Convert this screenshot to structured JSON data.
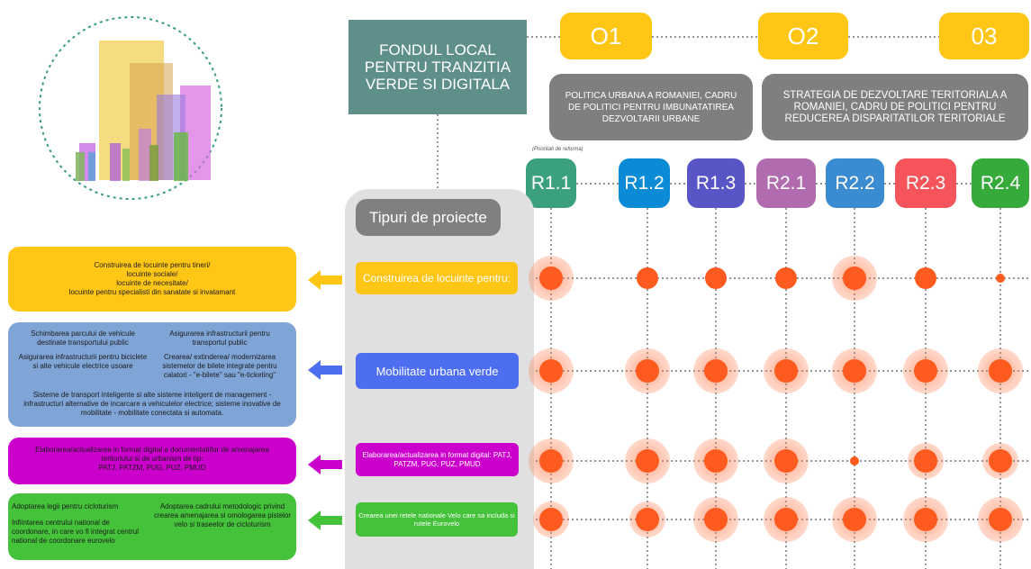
{
  "fund": {
    "title": "FONDUL LOCAL PENTRU TRANZITIA VERDE SI DIGITALA"
  },
  "objectives": [
    "O1",
    "O2",
    "03"
  ],
  "policies": [
    {
      "text": "POLITICA URBANA A ROMANIEI, CADRU DE POLITICI PENTRU IMBUNATATIREA DEZVOLTARII URBANE"
    },
    {
      "text": "STRATEGIA DE DEZVOLTARE TERITORIALA A ROMANIEI, CADRU DE POLITICI PENTRU REDUCEREA DISPARITATILOR TERITORIALE"
    }
  ],
  "reform_note": "(Prioritati de reforma)",
  "reforms": [
    {
      "label": "R1.1",
      "color": "#3aa080"
    },
    {
      "label": "R1.2",
      "color": "#0b8bd6"
    },
    {
      "label": "R1.3",
      "color": "#5856c6"
    },
    {
      "label": "R2.1",
      "color": "#b06cae"
    },
    {
      "label": "R2.2",
      "color": "#3b8bd0"
    },
    {
      "label": "R2.3",
      "color": "#f4545a"
    },
    {
      "label": "R2.4",
      "color": "#36aa3a"
    }
  ],
  "project_types_title": "Tipuri de proiecte",
  "project_types": [
    {
      "label": "Construirea de locuinte pentru:",
      "color": "#ffc616"
    },
    {
      "label": "Mobilitate urbana verde",
      "color": "#4e6ef2"
    },
    {
      "label": "Elaborarea/actualizarea in format digital: PATJ, PATZM, PUG, PUZ, PMUD",
      "color": "#cc00cc"
    },
    {
      "label": "Crearea unei retele nationale Velo care sa includa si rutele Eurovelo",
      "color": "#44c23a"
    }
  ],
  "descriptions": {
    "housing": {
      "text": "Construirea de locuinte pentru tineri/\nlocuinte sociale/\nlocuinte de necesitate/\nlocuinte pentru specialisti din sanatate si invatamant",
      "color": "#ffc616"
    },
    "mobility": {
      "color": "#7fa4d6",
      "left_top": "Schimbarea parcului de vehicule destinate transportului public",
      "right_top": "Asigurarea infrastructurii pentru transportul public",
      "left_mid": "Asigurarea infrastructurii pentru biciclete si alte vehicule electrice usoare",
      "right_mid": "Crearea/ extinderea/ modernizarea sistemelor de bilete integrate pentru calatori - \"e-bilete\" sau \"e-ticketing\"",
      "bottom": "Sisteme de transport inteligente si alte sisteme inteligent de management - infrastructuri alternative de incarcare a vehiculelor electrice; sisteme inovative de mobilitate - mobilitate conectata si automata."
    },
    "digital": {
      "text": "Elaborarea/actualizarea in format digital a documentatiilor de amenajarea teritoriului si de urbanism de tip:\nPATJ, PATZM, PUG, PUZ, PMUD",
      "color": "#cc00cc"
    },
    "cycling": {
      "color": "#44c23a",
      "left_top": "Adoptarea legii pentru cicloturism",
      "right_top": "Adoptarea cadrului metodologic privind crearea amenajarea si omologarea pistelor velo si traseelor de cicloturism",
      "left_bottom": "Infiintarea centrului national de coordonare, in care vo fi integrat centrul national de coordonare eurovelo"
    }
  },
  "matrix": {
    "comment": "relevance level per project type (rows) x reform (columns): 0 small, 1 medium, 2 large, 3 very large",
    "rows": [
      [
        3,
        1,
        1,
        1,
        3,
        1,
        0
      ],
      [
        3,
        3,
        3,
        3,
        3,
        3,
        3
      ],
      [
        3,
        3,
        3,
        3,
        0,
        2,
        2
      ],
      [
        2,
        2,
        3,
        3,
        3,
        3,
        3
      ]
    ]
  }
}
